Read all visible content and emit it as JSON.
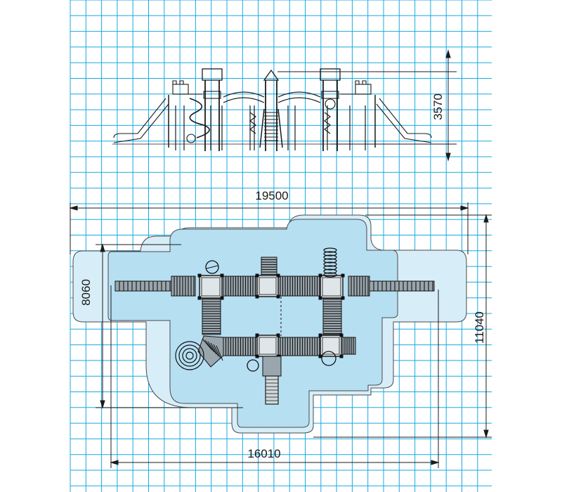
{
  "colors": {
    "background": "#ffffff",
    "grid": "#19a9e0",
    "footprint_outer": "#d7eef8",
    "footprint_inner": "#b6dff2",
    "ink": "#1b1b1b"
  },
  "dimensions": {
    "elevation_height": "3570",
    "plan_total_width": "19500",
    "plan_total_depth": "11040",
    "plan_structure_depth": "8060",
    "plan_structure_width": "16010"
  }
}
